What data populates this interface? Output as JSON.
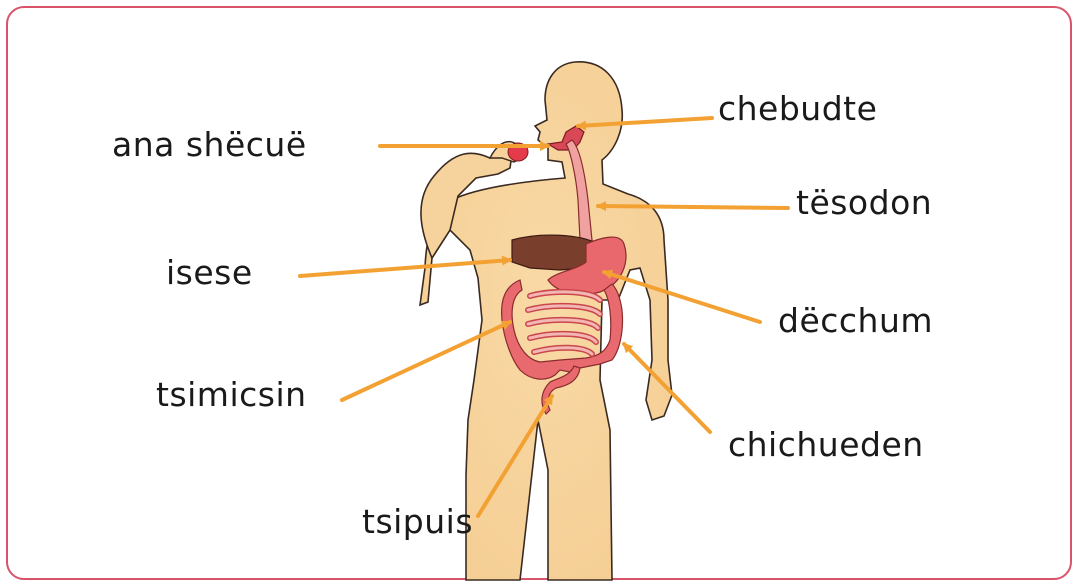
{
  "diagram": {
    "labels": {
      "mouth": "ana shëcuë",
      "pharynx": "chebudte",
      "esophagus": "tësodon",
      "liver": "isese",
      "stomach": "dëcchum",
      "small_intestine": "tsimicsin",
      "large_intestine": "chichueden",
      "rectum": "tsipuis"
    },
    "colors": {
      "border": "#d9536a",
      "arrow": "#f2a132",
      "skin": "#f8ddb0",
      "organ_red": "#e8686e",
      "liver_brown": "#7a3e2c"
    }
  }
}
